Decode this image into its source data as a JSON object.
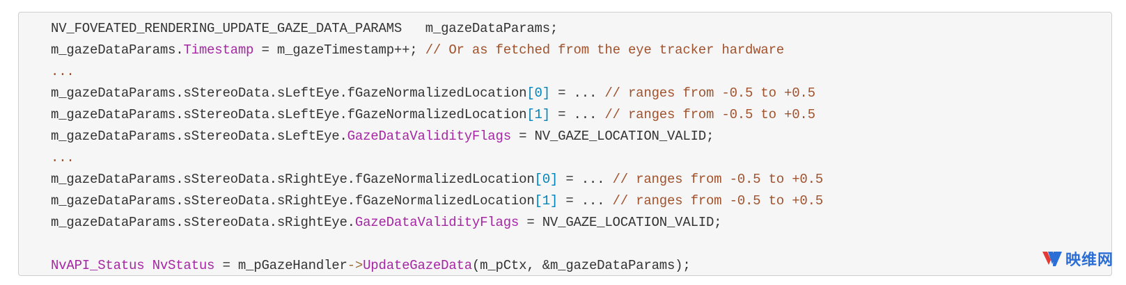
{
  "code": {
    "lines": [
      [
        {
          "t": "NV_FOVEATED_RENDERING_UPDATE_GAZE_DATA_PARAMS   m_gazeDataParams;",
          "c": "plain"
        }
      ],
      [
        {
          "t": "m_gazeDataParams.",
          "c": "plain"
        },
        {
          "t": "Timestamp",
          "c": "prop"
        },
        {
          "t": " = m_gazeTimestamp++; ",
          "c": "plain"
        },
        {
          "t": "// Or as fetched from the eye tracker hardware",
          "c": "comment"
        }
      ],
      [
        {
          "t": "...",
          "c": "comment"
        }
      ],
      [
        {
          "t": "m_gazeDataParams.sStereoData.sLeftEye.fGazeNormalizedLocation",
          "c": "plain"
        },
        {
          "t": "[0]",
          "c": "num"
        },
        {
          "t": " = ... ",
          "c": "plain"
        },
        {
          "t": "// ranges from -0.5 to +0.5",
          "c": "comment"
        }
      ],
      [
        {
          "t": "m_gazeDataParams.sStereoData.sLeftEye.fGazeNormalizedLocation",
          "c": "plain"
        },
        {
          "t": "[1]",
          "c": "num"
        },
        {
          "t": " = ... ",
          "c": "plain"
        },
        {
          "t": "// ranges from -0.5 to +0.5",
          "c": "comment"
        }
      ],
      [
        {
          "t": "m_gazeDataParams.sStereoData.sLeftEye.",
          "c": "plain"
        },
        {
          "t": "GazeDataValidityFlags",
          "c": "prop"
        },
        {
          "t": " = NV_GAZE_LOCATION_VALID;",
          "c": "plain"
        }
      ],
      [
        {
          "t": "...",
          "c": "comment"
        }
      ],
      [
        {
          "t": "m_gazeDataParams.sStereoData.sRightEye.fGazeNormalizedLocation",
          "c": "plain"
        },
        {
          "t": "[0]",
          "c": "num"
        },
        {
          "t": " = ... ",
          "c": "plain"
        },
        {
          "t": "// ranges from -0.5 to +0.5",
          "c": "comment"
        }
      ],
      [
        {
          "t": "m_gazeDataParams.sStereoData.sRightEye.fGazeNormalizedLocation",
          "c": "plain"
        },
        {
          "t": "[1]",
          "c": "num"
        },
        {
          "t": " = ... ",
          "c": "plain"
        },
        {
          "t": "// ranges from -0.5 to +0.5",
          "c": "comment"
        }
      ],
      [
        {
          "t": "m_gazeDataParams.sStereoData.sRightEye.",
          "c": "plain"
        },
        {
          "t": "GazeDataValidityFlags",
          "c": "prop"
        },
        {
          "t": " = NV_GAZE_LOCATION_VALID;",
          "c": "plain"
        }
      ],
      [
        {
          "t": "",
          "c": "plain"
        }
      ],
      [
        {
          "t": "NvAPI_Status NvStatus",
          "c": "prop"
        },
        {
          "t": " = m_pGazeHandler",
          "c": "plain"
        },
        {
          "t": "->",
          "c": "op"
        },
        {
          "t": "UpdateGazeData",
          "c": "prop"
        },
        {
          "t": "(m_pCtx, &m_gazeDataParams);",
          "c": "plain"
        }
      ]
    ]
  },
  "watermark": {
    "text": "映维网",
    "icon": "yivian-logo-icon",
    "color": "#2b6fd6"
  }
}
